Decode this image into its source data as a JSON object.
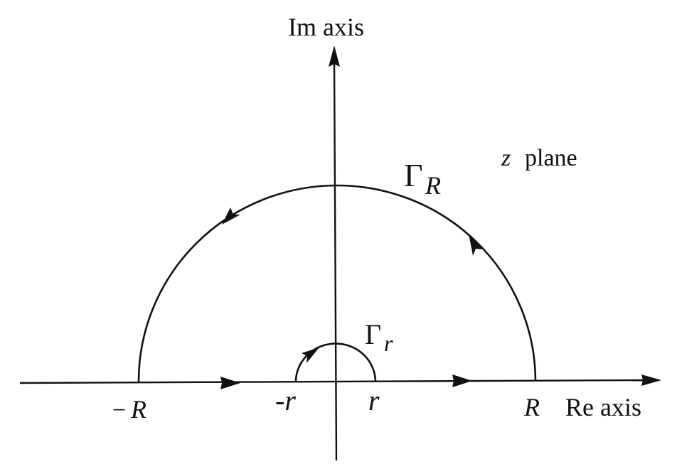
{
  "labels": {
    "im_axis": "Im axis",
    "re_axis": "Re axis",
    "plane_var": "z",
    "plane_word": "plane",
    "big_gamma": "Γ",
    "big_gamma_sub": "R",
    "small_gamma": "Γ",
    "small_gamma_sub": "r",
    "neg_R_sign": "−",
    "neg_R": "R",
    "neg_r": "-r",
    "pos_r": "r",
    "pos_R": "R"
  },
  "colors": {
    "ink": "#111111",
    "background": "#ffffff"
  }
}
